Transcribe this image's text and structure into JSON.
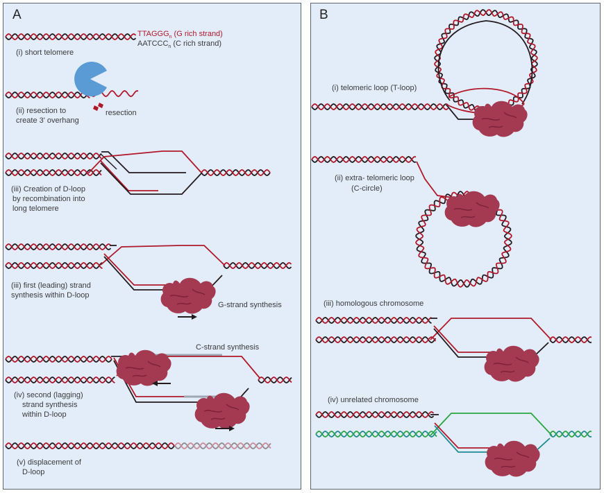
{
  "panels": {
    "a": "A",
    "b": "B"
  },
  "colors": {
    "red": "#b0182a",
    "black": "#231a1e",
    "green": "#2aa542",
    "teal": "#1f8a92",
    "enzyme": "#a33a52",
    "resect_blue": "#5b9bd5",
    "panel_bg": "#e3edf9"
  },
  "panel_a": {
    "g_strand": "TTAGGG",
    "g_sub": "n",
    "g_desc": "(G rich strand)",
    "c_strand": "AATCCC",
    "c_sub": "n",
    "c_desc": "(C rich strand)",
    "step1": "(i) short telomere",
    "step2_l1": "(ii) resection to",
    "step2_l2": "create 3' overhang",
    "resection": "resection",
    "step3_l1": "(iii) Creation of D-loop",
    "step3_l2": "by recombination into",
    "step3_l3": "long telomere",
    "step4_l1": "(iii) first (leading) strand",
    "step4_l2": "synthesis within D-loop",
    "g_synth": "G-strand synthesis",
    "c_synth": "C-strand synthesis",
    "step5_l1": "(iv) second (lagging)",
    "step5_l2": "strand synthesis",
    "step5_l3": "within D-loop",
    "step6_l1": "(v) displacement of",
    "step6_l2": "D-loop"
  },
  "panel_b": {
    "s1": "(i) telomeric loop (T-loop)",
    "s2_l1": "(ii) extra- telomeric loop",
    "s2_l2": "(C-circle)",
    "s3": "(iii) homologous chromosome",
    "s4": "(iv) unrelated chromosome"
  }
}
